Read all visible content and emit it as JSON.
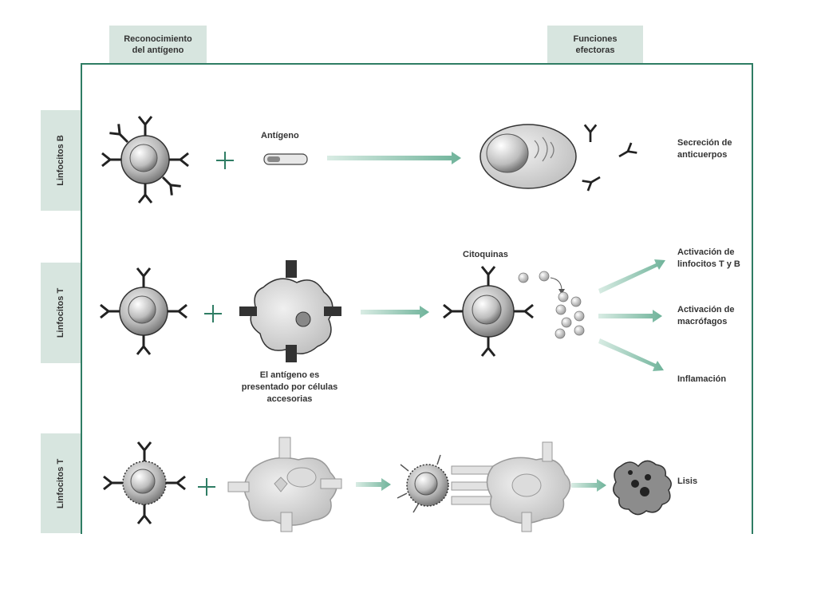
{
  "headers": {
    "recognition": [
      "Reconocimiento",
      "del antígeno"
    ],
    "effector": [
      "Funciones",
      "efectoras"
    ]
  },
  "rows": [
    {
      "side_label": "Linfocitos B",
      "antigen_label": "Antígeno",
      "outcome": [
        "Secreción de",
        "anticuerpos"
      ]
    },
    {
      "side_label": "Linfocitos T",
      "presentation_note": [
        "El antígeno es",
        "presentado por células",
        "accesorias"
      ],
      "cytokine_label": "Citoquinas",
      "outcomes": [
        [
          "Activación de",
          "linfocitos T y B"
        ],
        [
          "Activación de",
          "macrófagos"
        ],
        [
          "Inflamación"
        ]
      ]
    },
    {
      "side_label": "Linfocitos T",
      "outcome": [
        "Lisis"
      ]
    }
  ],
  "colors": {
    "accent": "#2f7d64",
    "header_bg": "#d7e5df",
    "arrow": "#6fb39a"
  }
}
